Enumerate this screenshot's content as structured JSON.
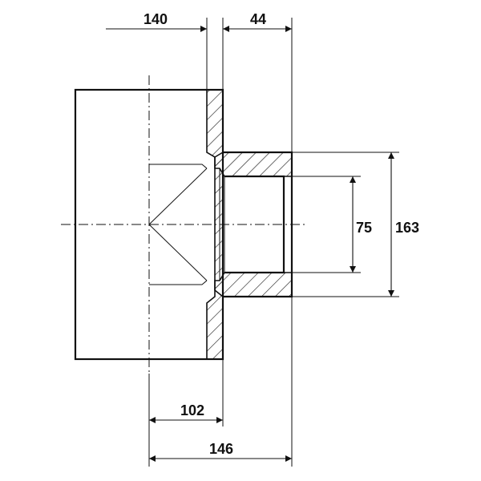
{
  "drawing": {
    "dimensions": {
      "top_left": "140",
      "top_right": "44",
      "inner_diameter": "75",
      "outer_diameter": "163",
      "bottom_inner": "102",
      "bottom_outer": "146"
    },
    "colors": {
      "line": "#111111",
      "background": "#ffffff"
    }
  }
}
